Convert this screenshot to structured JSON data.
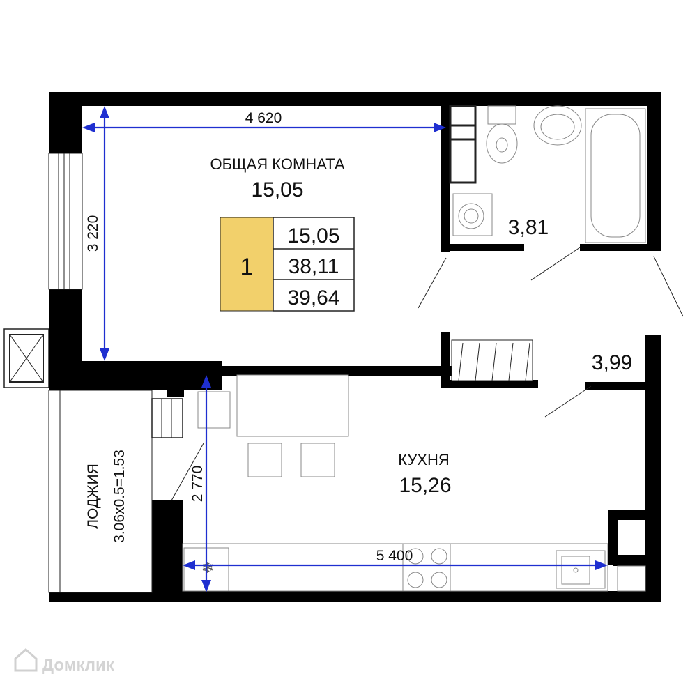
{
  "rooms": {
    "living": {
      "name": "ОБЩАЯ КОМНАТА",
      "area": "15,05"
    },
    "kitchen": {
      "name": "КУХНЯ",
      "area": "15,26"
    },
    "bathroom": {
      "area": "3,81"
    },
    "hall": {
      "area": "3,99"
    },
    "loggia": {
      "name": "ЛОДЖИЯ",
      "formula": "3.06x0.5=1.53"
    }
  },
  "summary": {
    "rooms_count": "1",
    "living_area": "15,05",
    "total_area": "38,11",
    "total_with_loggia": "39,64"
  },
  "dimensions": {
    "living_width": "4 620",
    "living_depth": "3 220",
    "kitchen_depth": "2 770",
    "kitchen_width": "5 400"
  },
  "watermark": "Домклик",
  "colors": {
    "accent": "#f2d06b",
    "dimension_line": "#1f2fd0",
    "wall": "#000000"
  }
}
